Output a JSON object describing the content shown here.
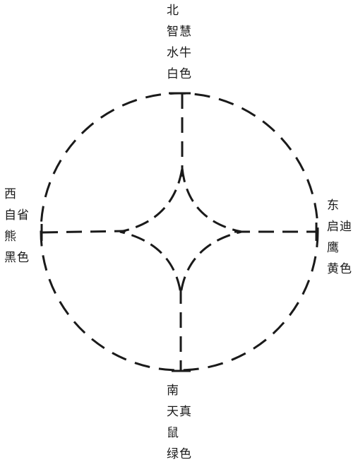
{
  "directions": {
    "north": {
      "lines": [
        "北",
        "智慧",
        "水牛",
        "白色"
      ]
    },
    "east": {
      "lines": [
        "东",
        "启迪",
        "鹰",
        "黄色"
      ]
    },
    "south": {
      "lines": [
        "南",
        "天真",
        "鼠",
        "绿色"
      ]
    },
    "west": {
      "lines": [
        "西",
        "自省",
        "熊",
        "黑色"
      ]
    }
  },
  "colors": {
    "stroke": "#1a1a1a",
    "background": "#ffffff"
  }
}
